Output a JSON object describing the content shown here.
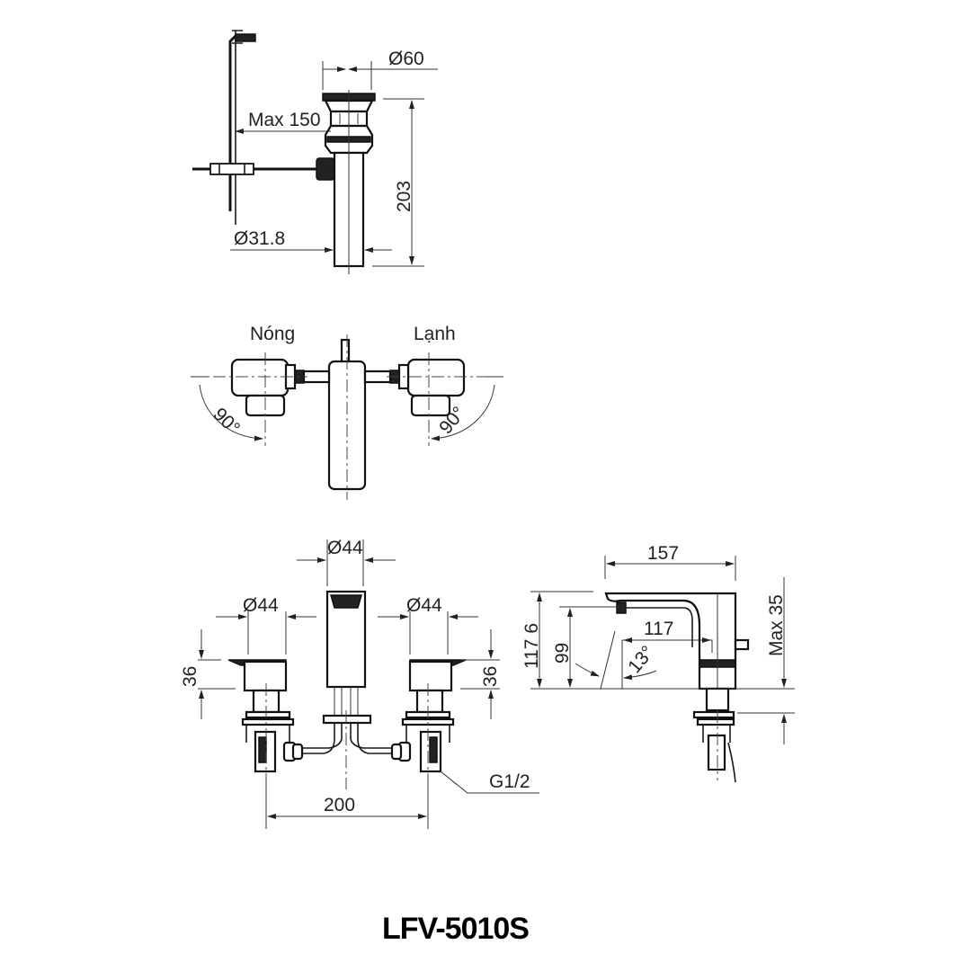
{
  "drawing": {
    "model": "LFV-5010S",
    "drain_view": {
      "dia_top": "Ø60",
      "rod_length": "Max 150",
      "height": "203",
      "dia_pipe": "Ø31.8"
    },
    "top_view": {
      "hot_label": "Nóng",
      "cold_label": "Lạnh",
      "rotation_left": "90°",
      "rotation_right": "90°"
    },
    "front_view": {
      "spout_dia": "Ø44",
      "left_handle_dia": "Ø44",
      "right_handle_dia": "Ø44",
      "left_handle_height": "36",
      "right_handle_height": "36",
      "center_spacing": "200",
      "thread": "G1/2"
    },
    "side_view": {
      "spout_length": "157",
      "total_height": "117 6",
      "outlet_height": "99",
      "reach": "117",
      "angle": "13°",
      "deck_thickness": "Max 35"
    }
  }
}
